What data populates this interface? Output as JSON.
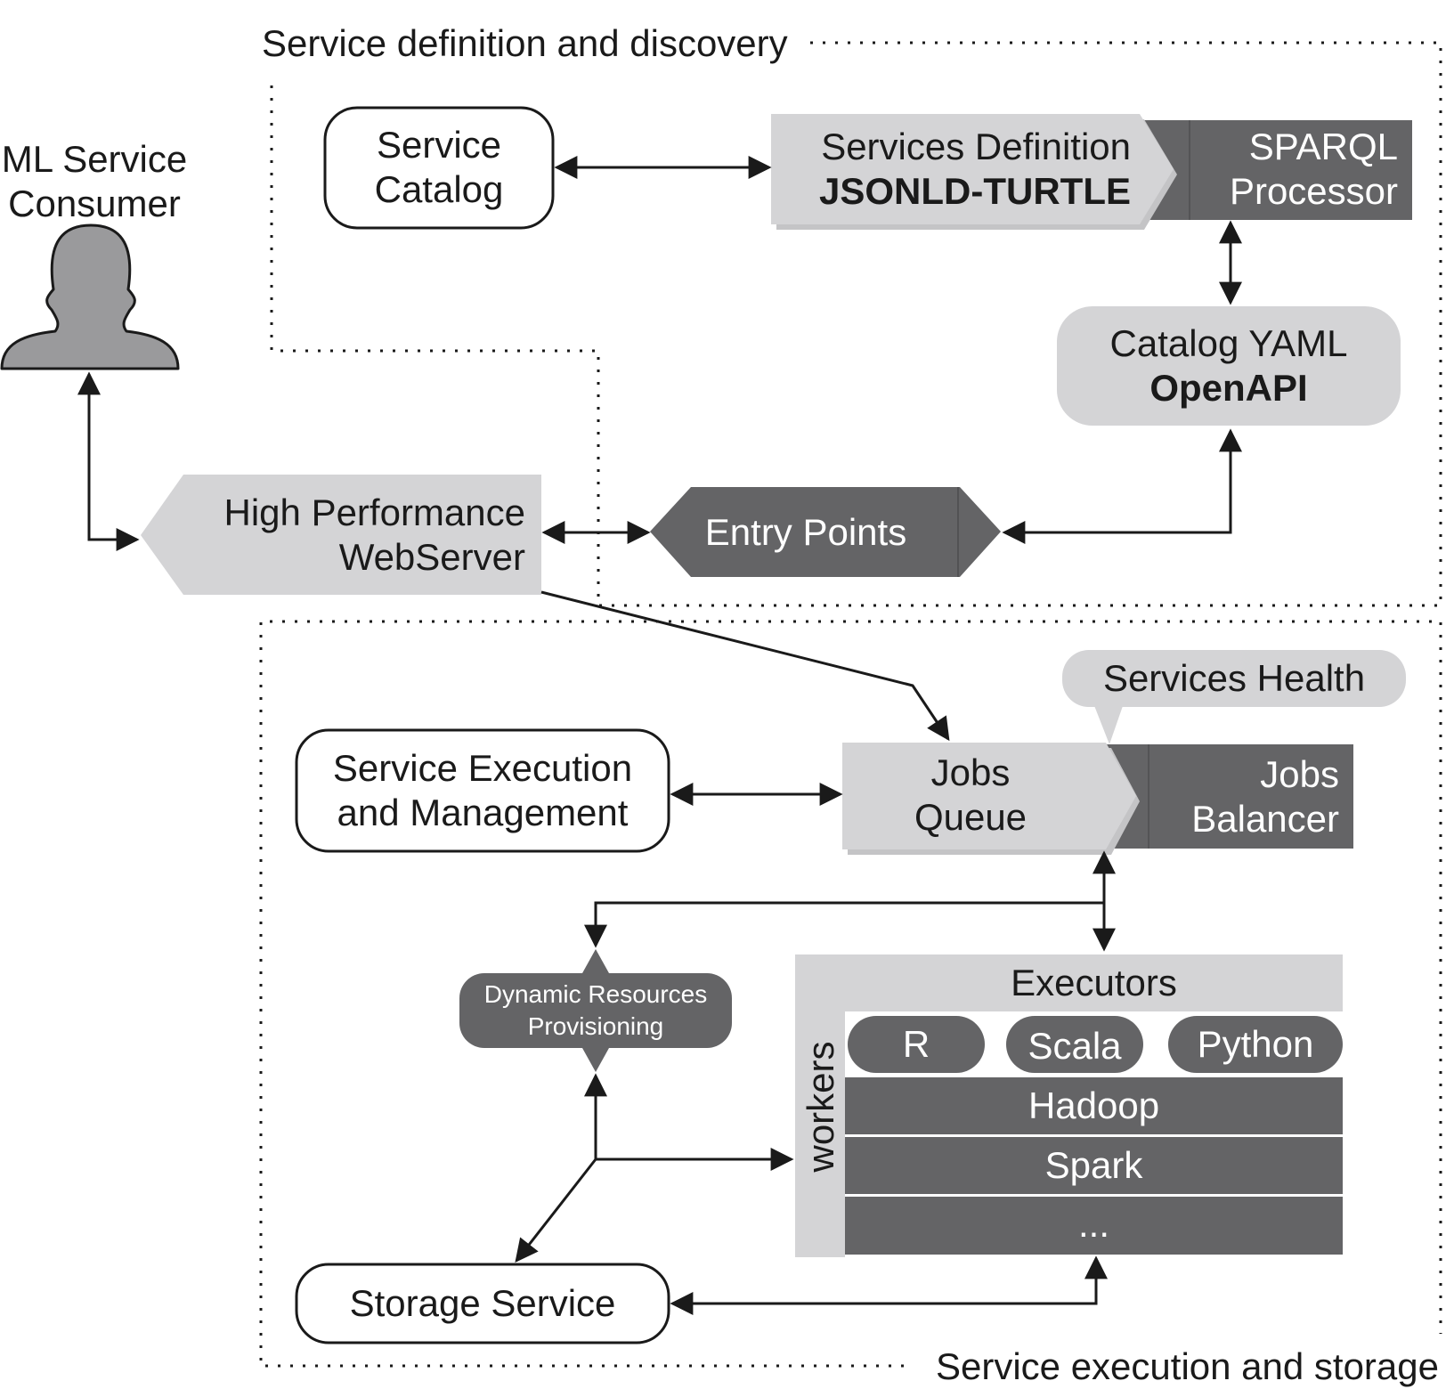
{
  "regions": {
    "discovery_title": "Service definition and discovery",
    "execution_title": "Service execution and storage"
  },
  "consumer": {
    "line1": "ML Service",
    "line2": "Consumer",
    "icon": "person-silhouette-icon"
  },
  "nodes": {
    "service_catalog": {
      "line1": "Service",
      "line2": "Catalog"
    },
    "services_definition": {
      "line1": "Services Definition",
      "line2": "JSONLD-TURTLE"
    },
    "sparql": {
      "line1": "SPARQL",
      "line2": "Processor"
    },
    "catalog_yaml": {
      "line1": "Catalog YAML",
      "line2": "OpenAPI"
    },
    "webserver": {
      "line1": "High Performance",
      "line2": "WebServer"
    },
    "entry_points": {
      "label": "Entry Points"
    },
    "services_health": {
      "label": "Services Health"
    },
    "service_execution": {
      "line1": "Service Execution",
      "line2": "and Management"
    },
    "jobs_queue": {
      "line1": "Jobs",
      "line2": "Queue"
    },
    "jobs_balancer": {
      "line1": "Jobs",
      "line2": "Balancer"
    },
    "dynamic_resources": {
      "line1": "Dynamic Resources",
      "line2": "Provisioning"
    },
    "executors": {
      "label": "Executors"
    },
    "workers": {
      "label": "workers"
    },
    "languages": [
      "R",
      "Scala",
      "Python"
    ],
    "frameworks": [
      "Hadoop",
      "Spark",
      "..."
    ],
    "storage_service": {
      "label": "Storage Service"
    }
  },
  "colors": {
    "light_gray": "#d4d4d6",
    "dark_gray": "#646466",
    "line": "#1a1a1a"
  }
}
